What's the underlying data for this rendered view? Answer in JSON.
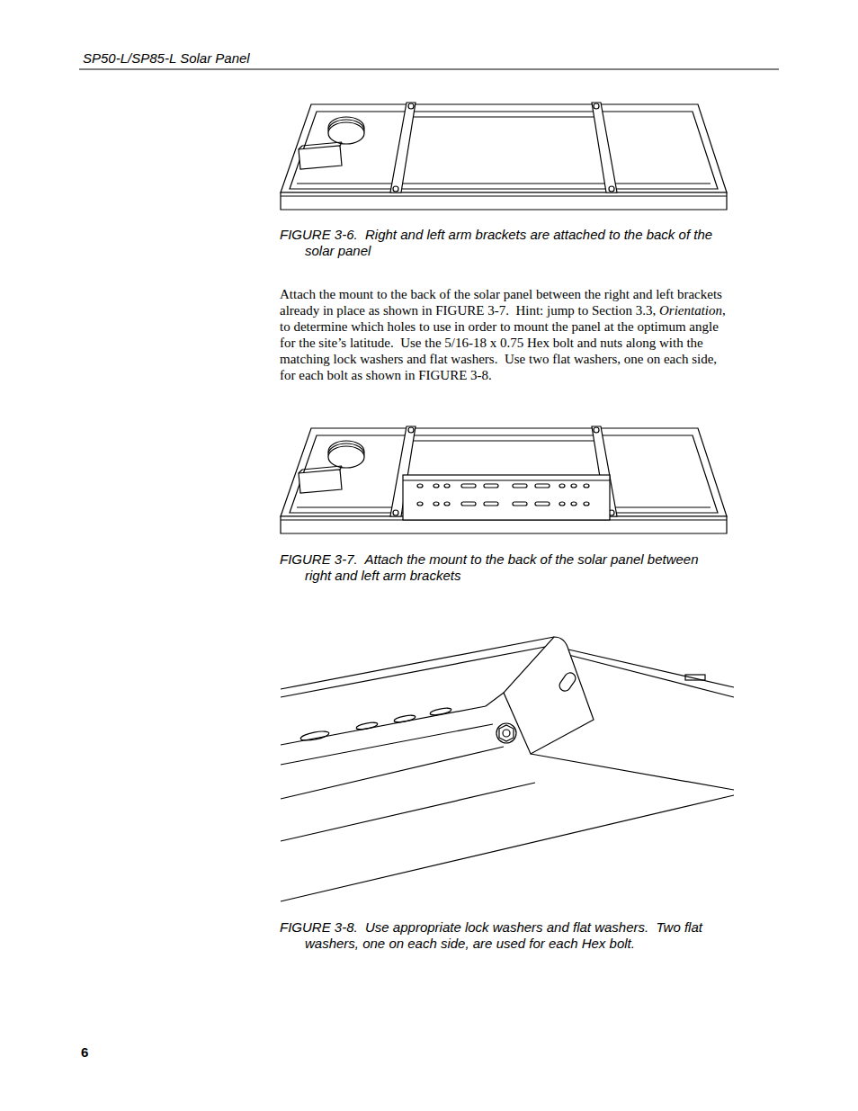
{
  "diagram": {
    "labels": [
      "SP50-L/SP85-L Solar Panel",
      "FIGURE 3-6.  Right and left arm brackets are attached to the back of the solar panel",
      "Attach the mount to the back of the solar panel between the right and left brackets already in place as shown in FIGURE 3-7.  Hint: jump to Section 3.3,",
      "Orientation",
      ", to determine which holes to use in order to mount the panel at the optimum angle for the site’s latitude.  Use the 5/16-18 x 0.75 Hex bolt and nuts along with the matching lock washers and flat washers.  Use two flat washers, one on each side, for each bolt as shown in FIGURE 3-8.",
      "FIGURE 3-7.  Attach the mount to the back of the solar panel between right and left arm brackets",
      "FIGURE 3-8.  Use appropriate lock washers and flat washers.  Two flat washers, one on each side, are used for each Hex bolt.",
      "6"
    ]
  }
}
